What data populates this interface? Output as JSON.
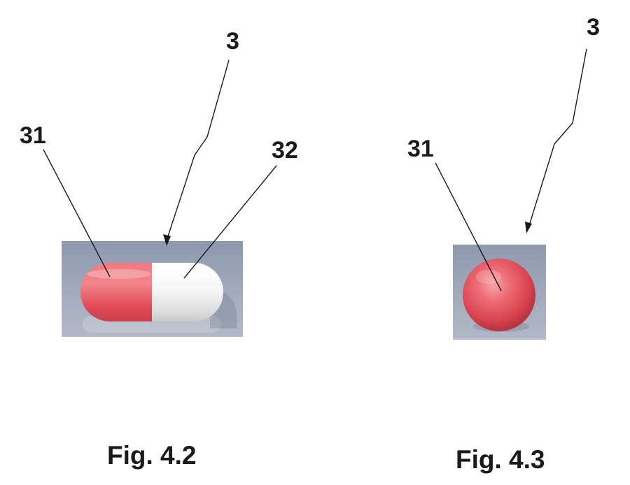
{
  "figures": [
    {
      "caption": "Fig. 4.2",
      "labels": {
        "assembly": "3",
        "red_part": "31",
        "white_part": "32"
      },
      "object": "capsule",
      "colors": {
        "red": "#e8505b",
        "white": "#f4f4f4",
        "background": "#9aa3b5"
      }
    },
    {
      "caption": "Fig. 4.3",
      "labels": {
        "assembly": "3",
        "red_part": "31"
      },
      "object": "sphere",
      "colors": {
        "red": "#e8505b",
        "background": "#9aa3b5"
      }
    }
  ]
}
